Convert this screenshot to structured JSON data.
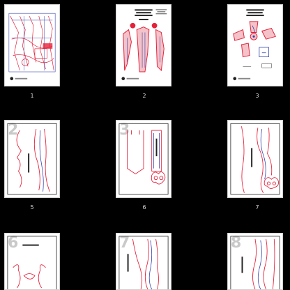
{
  "colors": {
    "background": "#000000",
    "page": "#ffffff",
    "red": "#e5213a",
    "blue": "#2f3fae",
    "ink": "#222222"
  },
  "thumbnails": [
    {
      "label": "1"
    },
    {
      "label": "2"
    },
    {
      "label": "3"
    },
    {
      "label": "5",
      "page_number": "2"
    },
    {
      "label": "6",
      "page_number": "3"
    },
    {
      "label": "7"
    },
    {
      "label": "",
      "page_number": "6"
    },
    {
      "label": "",
      "page_number": "7"
    },
    {
      "label": "",
      "page_number": "8"
    }
  ]
}
